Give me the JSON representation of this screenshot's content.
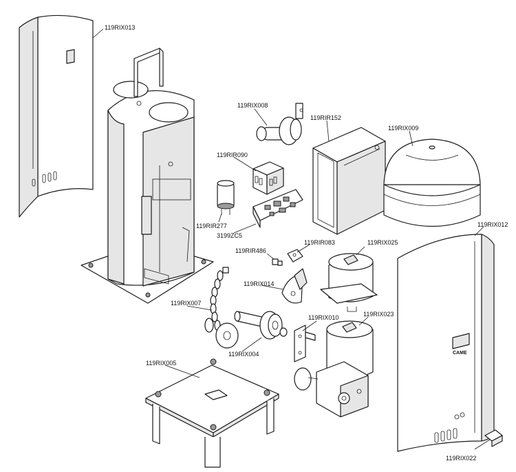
{
  "parts": [
    {
      "id": "p1",
      "code": "119RIX013"
    },
    {
      "id": "p2",
      "code": "119RIX008"
    },
    {
      "id": "p3",
      "code": "119RIR152"
    },
    {
      "id": "p4",
      "code": "119RIX009"
    },
    {
      "id": "p5",
      "code": "119RIR090"
    },
    {
      "id": "p6",
      "code": "119RIR277"
    },
    {
      "id": "p7",
      "code": "3199ZC5"
    },
    {
      "id": "p8",
      "code": "119RIX012"
    },
    {
      "id": "p9",
      "code": "119RIR486"
    },
    {
      "id": "p10",
      "code": "119RIR083"
    },
    {
      "id": "p11",
      "code": "119RIX025"
    },
    {
      "id": "p12",
      "code": "119RIX014"
    },
    {
      "id": "p13",
      "code": "119RIX007"
    },
    {
      "id": "p14",
      "code": "119RIX010"
    },
    {
      "id": "p15",
      "code": "119RIX023"
    },
    {
      "id": "p16",
      "code": "119RIX004"
    },
    {
      "id": "p17",
      "code": "119RIX005"
    },
    {
      "id": "p18",
      "code": "119RIX022"
    }
  ],
  "logo": {
    "text": "CAME"
  }
}
